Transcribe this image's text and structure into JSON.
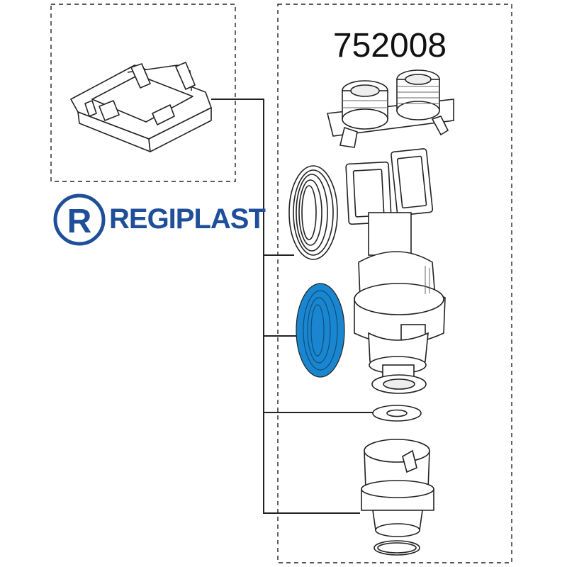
{
  "diagram": {
    "part_number": "752008",
    "brand": {
      "name": "REGIPLAST",
      "logo_letter": "R",
      "color": "#1f4f9a"
    },
    "highlight_color": "#1a86d0",
    "parts": [
      "bracket-frame",
      "dual-flush-button-cartridge",
      "float-assembly",
      "white-cable-coil",
      "blue-cable-coil",
      "flat-washer",
      "valve-body",
      "o-ring"
    ]
  }
}
